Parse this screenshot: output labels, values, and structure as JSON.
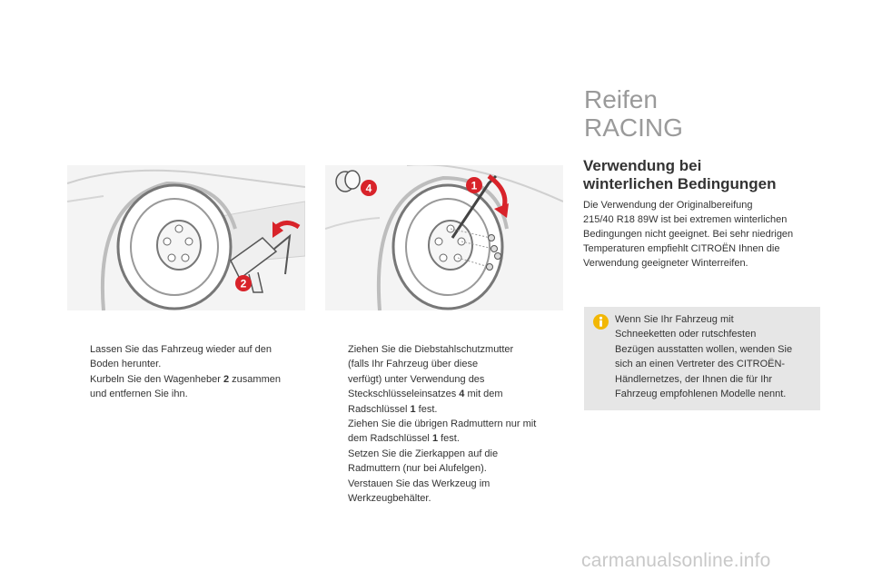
{
  "section": {
    "title_line1": "Reifen",
    "title_line2": "RACING"
  },
  "heading": {
    "line1": "Verwendung bei",
    "line2": "winterlichen Bedingungen"
  },
  "body": {
    "lines": [
      "Die Verwendung der Originalbereifung",
      "215/40 R18 89W ist bei extremen winterlichen",
      "Bedingungen nicht geeignet. Bei sehr niedrigen",
      "Temperaturen empfiehlt CITROËN Ihnen die",
      "Verwendung geeigneter Winterreifen."
    ]
  },
  "info_box": {
    "icon": "info-icon",
    "lines": [
      "Wenn Sie Ihr Fahrzeug mit",
      "Schneeketten oder rutschfesten",
      "Bezügen ausstatten wollen, wenden Sie",
      "sich an einen Vertreter des CITROËN-",
      "Händlernetzes, der Ihnen die für Ihr",
      "Fahrzeug empfohlenen Modelle nennt."
    ]
  },
  "bullet_glyph": "",
  "steps_left": [
    {
      "lines": [
        "Lassen Sie das Fahrzeug wieder auf den",
        "Boden herunter."
      ]
    },
    {
      "pre": "Kurbeln Sie den Wagenheber ",
      "bold": "2",
      "post": " zusammen",
      "line2": "und entfernen Sie ihn."
    }
  ],
  "steps_right": {
    "s1": {
      "l1": "Ziehen Sie die Diebstahlschutzmutter",
      "l2": "(falls Ihr Fahrzeug über diese",
      "l3": "verfügt) unter Verwendung des",
      "l4_pre": "Steckschlüsseleinsatzes ",
      "l4_bold": "4",
      "l4_post": " mit dem",
      "l5_pre": "Radschlüssel ",
      "l5_bold": "1",
      "l5_post": " fest."
    },
    "s2": {
      "l1": "Ziehen Sie die übrigen Radmuttern nur mit",
      "l2_pre": "dem Radschlüssel ",
      "l2_bold": "1",
      "l2_post": " fest."
    },
    "s3": {
      "l1": "Setzen Sie die Zierkappen auf die",
      "l2": "Radmuttern (nur bei Alufelgen)."
    },
    "s4": {
      "l1": "Verstauen Sie das Werkzeug im",
      "l2": "Werkzeugbehälter."
    }
  },
  "illustrations": {
    "left_callout": "2",
    "right_callout_1": "1",
    "right_callout_4": "4"
  },
  "colors": {
    "callout_red": "#d8232a",
    "title_gray": "#9a9a9a",
    "info_bg": "#e6e6e6",
    "info_icon": "#f2b705"
  },
  "watermark": "carmanualsonline.info"
}
